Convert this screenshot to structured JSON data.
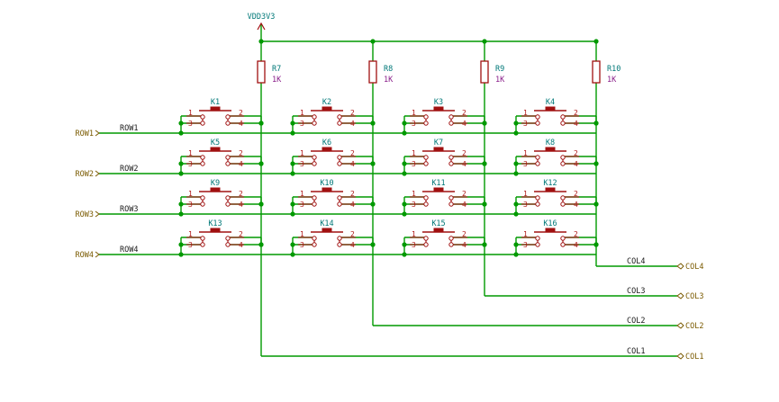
{
  "power": {
    "label": "VDD3V3"
  },
  "resistors": [
    {
      "ref": "R7",
      "value": "1K"
    },
    {
      "ref": "R8",
      "value": "1K"
    },
    {
      "ref": "R9",
      "value": "1K"
    },
    {
      "ref": "R10",
      "value": "1K"
    }
  ],
  "switches": [
    [
      "K1",
      "K2",
      "K3",
      "K4"
    ],
    [
      "K5",
      "K6",
      "K7",
      "K8"
    ],
    [
      "K9",
      "K10",
      "K11",
      "K12"
    ],
    [
      "K13",
      "K14",
      "K15",
      "K16"
    ]
  ],
  "switch_pins": [
    "1",
    "2",
    "3",
    "4"
  ],
  "rows": [
    {
      "global": "ROW1",
      "net": "ROW1"
    },
    {
      "global": "ROW2",
      "net": "ROW2"
    },
    {
      "global": "ROW3",
      "net": "ROW3"
    },
    {
      "global": "ROW4",
      "net": "ROW4"
    }
  ],
  "cols": [
    {
      "global": "COL4",
      "net": "COL4"
    },
    {
      "global": "COL3",
      "net": "COL3"
    },
    {
      "global": "COL2",
      "net": "COL2"
    },
    {
      "global": "COL1",
      "net": "COL1"
    }
  ],
  "colors": {
    "wire": "#009900",
    "component": "#a01010",
    "junction": "#009900",
    "label": "#7a5a00"
  }
}
